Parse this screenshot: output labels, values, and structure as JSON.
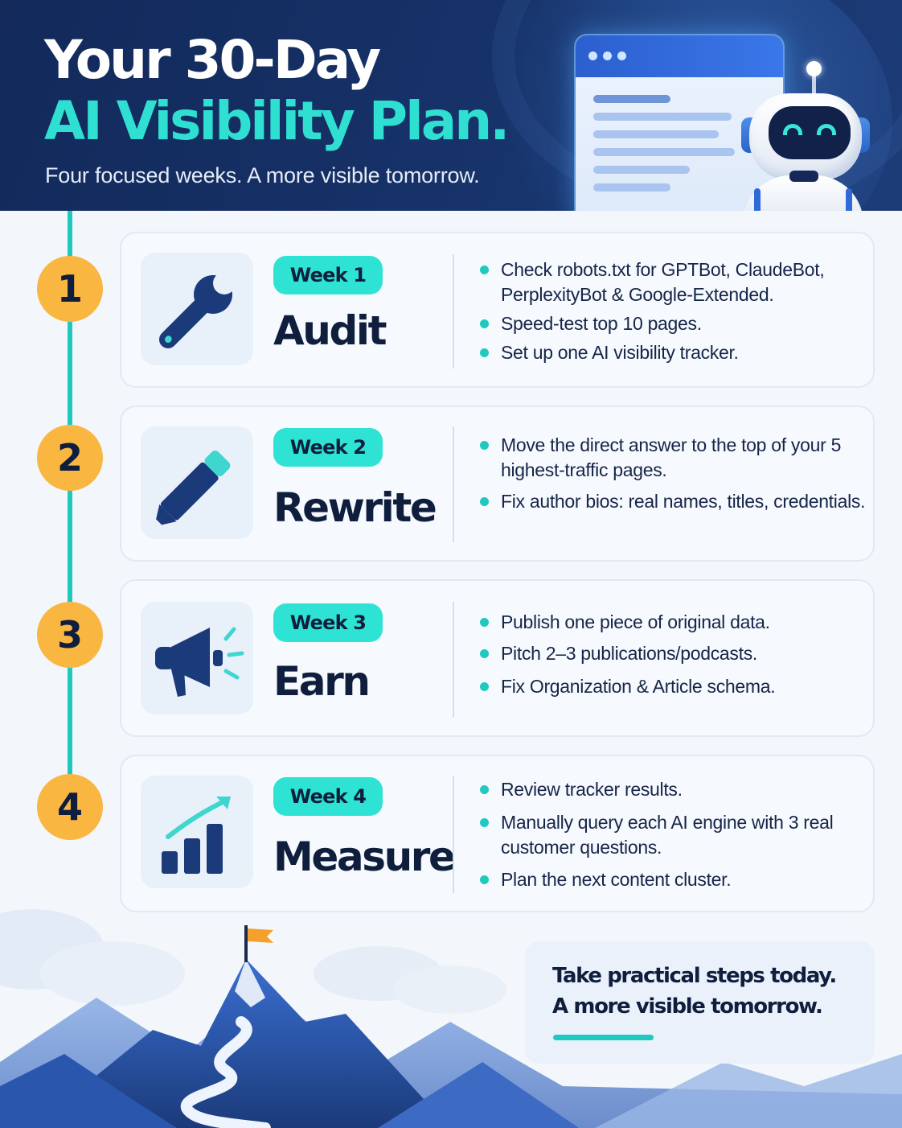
{
  "header": {
    "title_line1": "Your 30-Day",
    "title_line2": "AI Visibility Plan.",
    "subtitle": "Four focused weeks. A more visible tomorrow."
  },
  "colors": {
    "navy": "#12295a",
    "teal": "#2ee3d4",
    "step_circle": "#f9b640",
    "card_bg": "#f6f9fd",
    "icon_fill": "#1b3a7a"
  },
  "steps": [
    {
      "number": "1",
      "week": "Week 1",
      "name": "Audit",
      "icon": "wrench-icon",
      "bullets": [
        "Check robots.txt for GPTBot, ClaudeBot, PerplexityBot & Google-Extended.",
        "Speed-test top 10 pages.",
        "Set up one AI visibility tracker."
      ]
    },
    {
      "number": "2",
      "week": "Week 2",
      "name": "Rewrite",
      "icon": "pencil-icon",
      "bullets": [
        "Move the direct answer to the top of your 5 highest-traffic pages.",
        "Fix author bios: real names, titles, credentials."
      ]
    },
    {
      "number": "3",
      "week": "Week 3",
      "name": "Earn",
      "icon": "megaphone-icon",
      "bullets": [
        "Publish one piece of original data.",
        "Pitch 2–3 publications/podcasts.",
        "Fix Organization & Article schema."
      ]
    },
    {
      "number": "4",
      "week": "Week 4",
      "name": "Measure",
      "icon": "growth-chart-icon",
      "bullets": [
        "Review tracker results.",
        "Manually query each AI engine with 3 real customer questions.",
        "Plan the next content cluster."
      ]
    }
  ],
  "cta": {
    "line1": "Take practical steps today.",
    "line2": "A more visible tomorrow."
  }
}
